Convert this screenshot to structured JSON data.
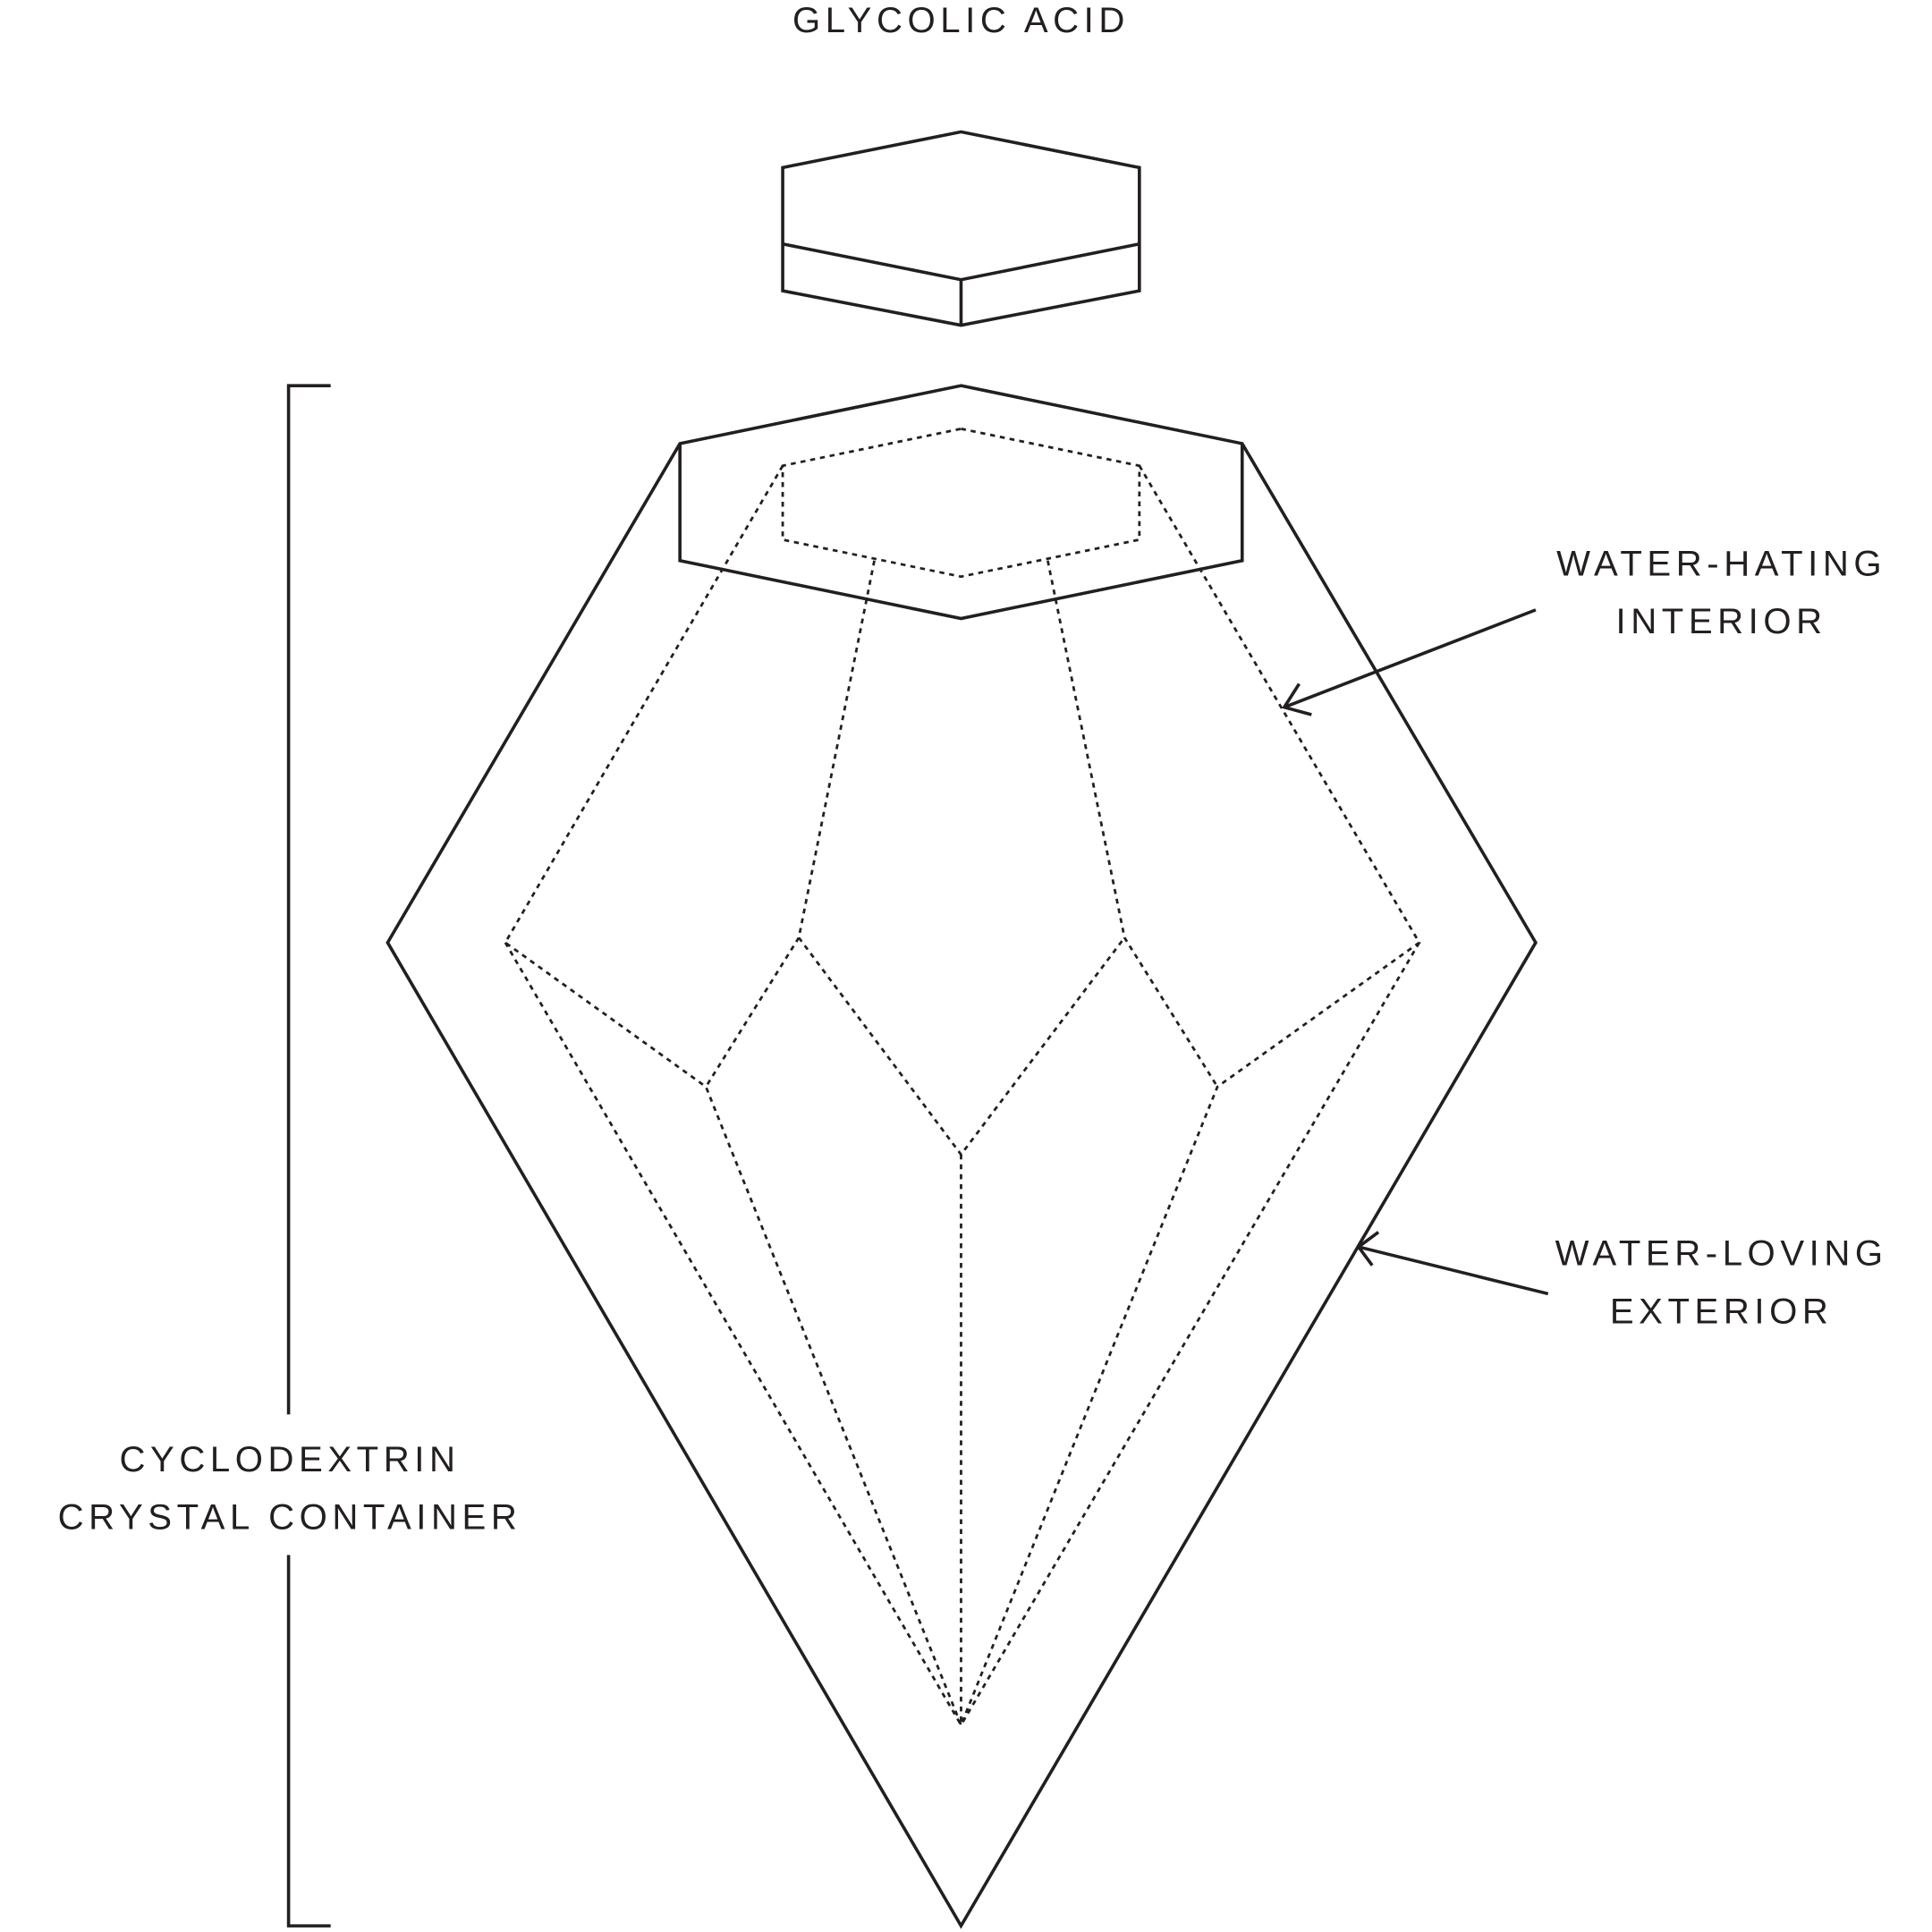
{
  "labels": {
    "top": "GLYCOLIC ACID",
    "interior_line1": "WATER-HATING",
    "interior_line2": "INTERIOR",
    "exterior_line1": "WATER-LOVING",
    "exterior_line2": "EXTERIOR",
    "container_line1": "CYCLODEXTRIN",
    "container_line2": "CRYSTAL CONTAINER"
  },
  "colors": {
    "ink": "#231f20",
    "background": "#ffffff"
  }
}
